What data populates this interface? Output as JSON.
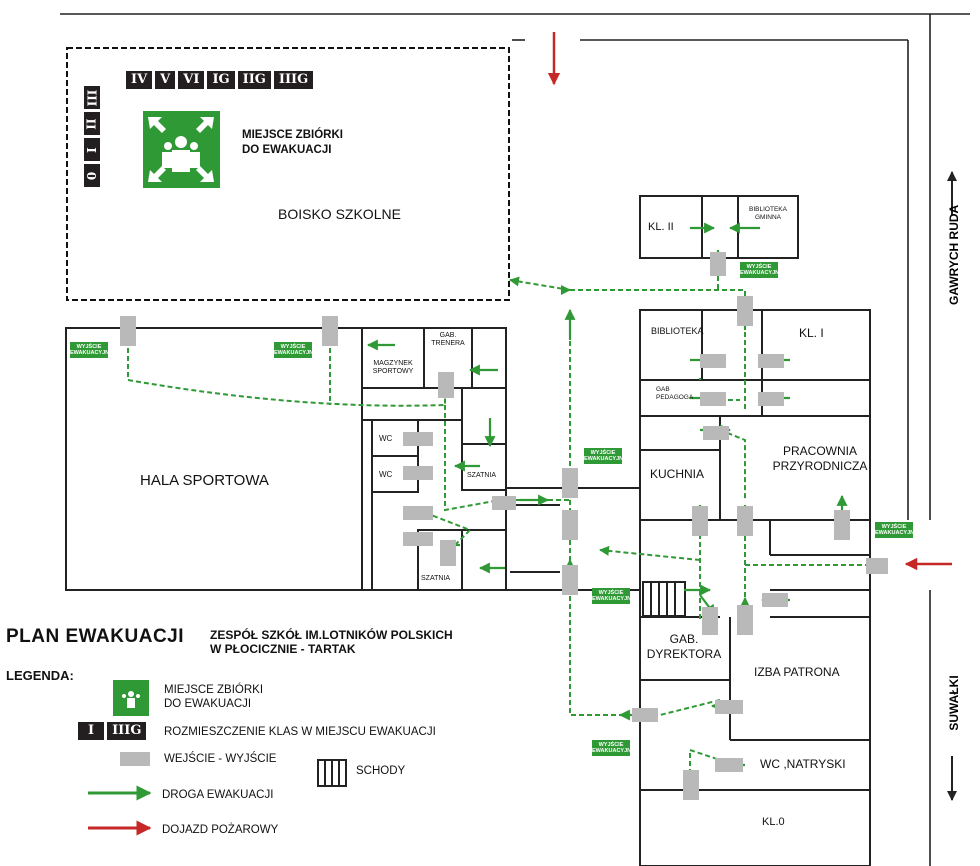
{
  "plan_title": "PLAN EWAKUACJI",
  "school_name_line1": "ZESPÓŁ SZKÓŁ IM.LOTNIKÓW POLSKICH",
  "school_name_line2": "W PŁOCICZNIE - TARTAK",
  "assembly": {
    "label_line1": "MIEJSCE ZBIÓRKI",
    "label_line2": "DO EWAKUACJI",
    "area_label": "BOISKO SZKOLNE"
  },
  "classes_horizontal": [
    "IV",
    "V",
    "VI",
    "IG",
    "IIG",
    "IIIG"
  ],
  "classes_vertical": [
    "III",
    "II",
    "I",
    "0"
  ],
  "rooms": {
    "hala": "HALA SPORTOWA",
    "magazyn": "MAGZYNEK SPORTOWY",
    "gab_trenera": "GAB. TRENERA",
    "wc1": "WC",
    "wc2": "WC",
    "szatnia1": "SZATNIA",
    "szatnia2": "SZATNIA",
    "kl2": "KL. II",
    "biblioteka_gminna": "BIBLIOTEKA GMINNA",
    "biblioteka": "BIBLIOTEKA",
    "kl1": "KL. I",
    "gab_pedagoga": "GAB PEDAGOGA",
    "kuchnia": "KUCHNIA",
    "pracownia_l1": "PRACOWNIA",
    "pracownia_l2": "PRZYRODNICZA",
    "gab_dyr_l1": "GAB.",
    "gab_dyr_l2": "DYREKTORA",
    "izba": "IZBA PATRONA",
    "wc_natryski": "WC ,NATRYSKI",
    "kl0": "KL.0"
  },
  "exit_sign": "WYJŚCIE EWAKUACYJNE",
  "streets": {
    "north": "GAWRYCH RUDA",
    "south": "SUWAŁKI"
  },
  "legend": {
    "heading": "LEGENDA:",
    "assembly_l1": "MIEJSCE ZBIÓRKI",
    "assembly_l2": "DO EWAKUACJI",
    "class_example_a": "I",
    "class_example_b": "IIIG",
    "class_placement": "ROZMIESZCZENIE KLAS W MIEJSCU EWAKUACJI",
    "door": "WEJŚCIE - WYJŚCIE",
    "stairs": "SCHODY",
    "evac_route": "DROGA EWAKUACJI",
    "fire_access": "DOJAZD POŻAROWY"
  },
  "colors": {
    "evac_green": "#2f9a35",
    "fire_red": "#c62828",
    "wall": "#222222",
    "door_grey": "#b9b9b9",
    "class_dark": "#231f20"
  }
}
